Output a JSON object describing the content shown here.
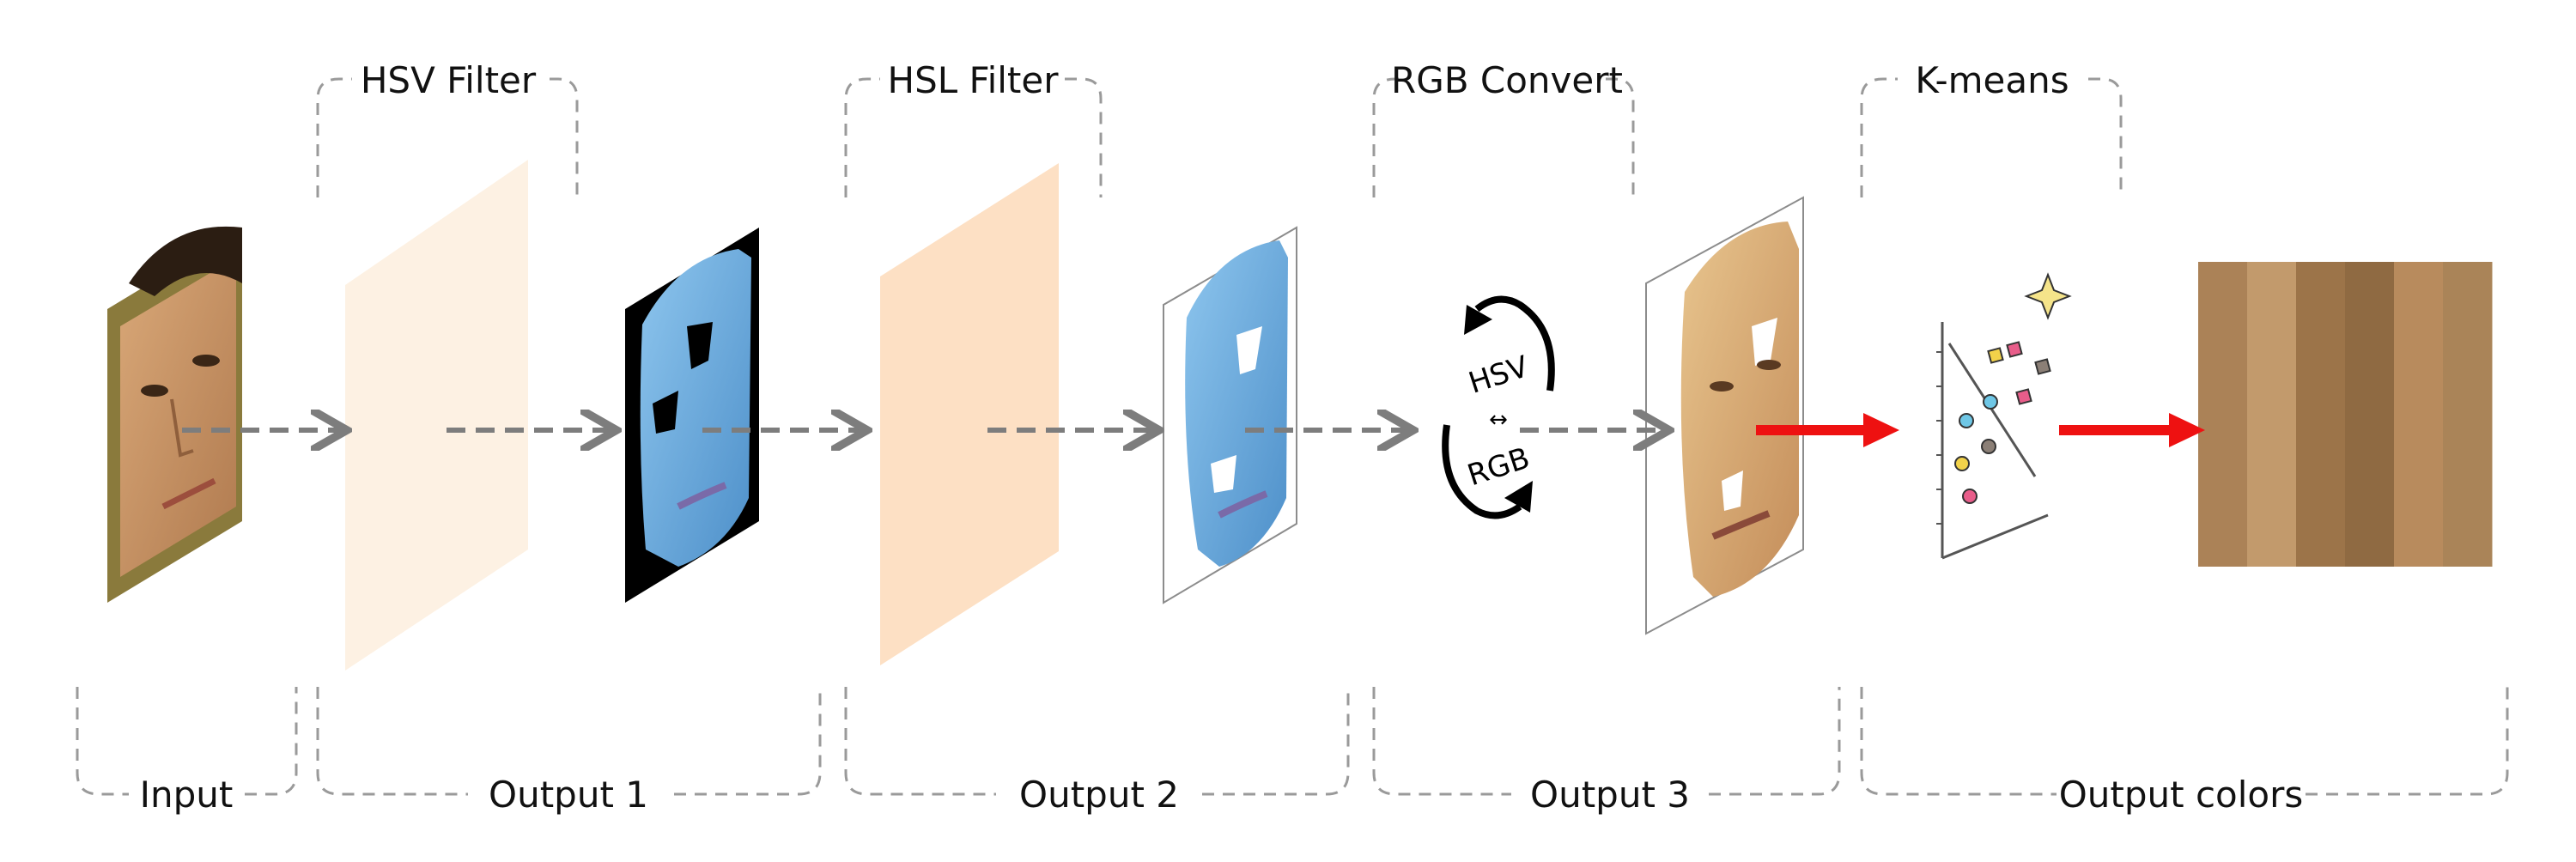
{
  "stages": {
    "hsv_filter": "HSV Filter",
    "hsl_filter": "HSL Filter",
    "rgb_convert": "RGB Convert",
    "kmeans": "K-means"
  },
  "outputs": {
    "input": "Input",
    "output1": "Output 1",
    "output2": "Output 2",
    "output3": "Output 3",
    "output_colors": "Output colors"
  },
  "convert_icon": {
    "top": "HSV",
    "middle": "↔",
    "bottom": "RGB"
  },
  "filter_colors": {
    "hsv": "#fdf1e3",
    "hsl": "#fde0c4"
  },
  "arrow_colors": {
    "flow": "#7d7d7d",
    "result": "#ee1111"
  },
  "output_palette": [
    "#ab8257",
    "#c29a6c",
    "#9c7449",
    "#8f6a42",
    "#b88b5d",
    "#aa8458"
  ],
  "icons": {
    "input_face": "face-photo-icon",
    "masked_face_1": "masked-face-icon",
    "masked_face_2": "masked-face-icon",
    "rgb_face": "skin-face-icon",
    "cluster_plot": "scatter-cluster-icon",
    "convert": "color-convert-cycle-icon"
  }
}
